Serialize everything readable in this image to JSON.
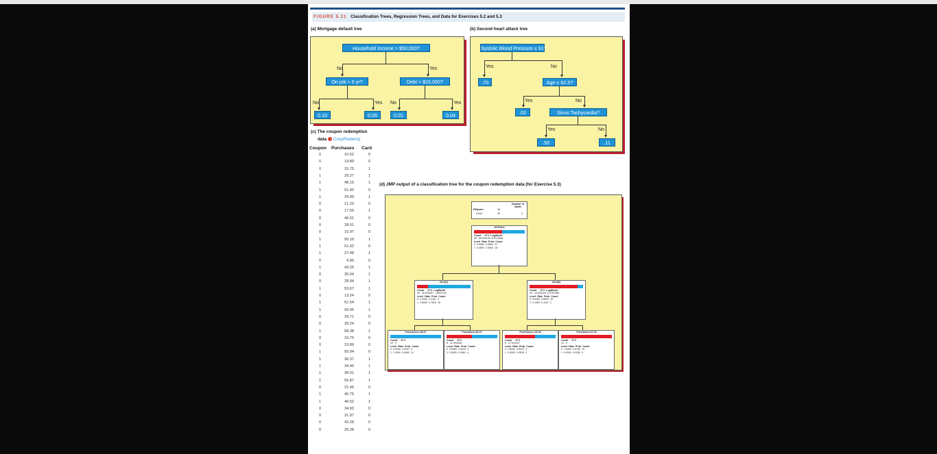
{
  "figure": {
    "label": "FIGURE 5.11",
    "caption": "Classification Trees, Regression Trees, and Data for Exercises 5.2 and 5.3"
  },
  "panel_a": {
    "label": "(a) Mortgage default tree",
    "root": "Household Income > $50,000?",
    "left_branch": "No",
    "right_branch": "Yes",
    "left_node": "On job > 5 yr?",
    "right_node": "Debt > $15,000?",
    "ll_branch": "No",
    "lr_branch": "Yes",
    "rl_branch": "No",
    "rr_branch": "Yes",
    "leaves": [
      "0.10",
      "0.05",
      "0.01",
      "0.04"
    ]
  },
  "panel_b": {
    "label": "(b) Second heart attack tree",
    "root": "Systolic Blood Pressure ≤ 91?",
    "left_branch": "Yes",
    "right_branch": "No",
    "leaf1": ".70",
    "age_node": "Age ≤ 62.5?",
    "age_yes": "Yes",
    "age_no": "No",
    "leaf2": ".02",
    "sinus_node": "Sinus Tachycardia?",
    "sinus_yes": "Yes",
    "sinus_no": "No",
    "leaf3": ".50",
    "leaf4": ".11"
  },
  "panel_c": {
    "label_line1": "(c) The coupon redemption",
    "label_line2": "data",
    "file_name": "CoupRedemp",
    "headers": [
      "Coupon",
      "Purchases",
      "Card"
    ],
    "rows": [
      [
        "0",
        "10.52",
        "0"
      ],
      [
        "0",
        "14.89",
        "0"
      ],
      [
        "0",
        "15.75",
        "1"
      ],
      [
        "1",
        "29.27",
        "1"
      ],
      [
        "1",
        "48.15",
        "1"
      ],
      [
        "1",
        "51.40",
        "0"
      ],
      [
        "1",
        "29.89",
        "1"
      ],
      [
        "0",
        "21.23",
        "0"
      ],
      [
        "0",
        "17.55",
        "1"
      ],
      [
        "0",
        "46.61",
        "0"
      ],
      [
        "0",
        "28.01",
        "0"
      ],
      [
        "0",
        "15.97",
        "0"
      ],
      [
        "1",
        "50.10",
        "1"
      ],
      [
        "1",
        "51.62",
        "0"
      ],
      [
        "1",
        "27.48",
        "1"
      ],
      [
        "0",
        "4.95",
        "0"
      ],
      [
        "1",
        "43.25",
        "1"
      ],
      [
        "0",
        "35.04",
        "1"
      ],
      [
        "0",
        "28.94",
        "1"
      ],
      [
        "1",
        "53.67",
        "1"
      ],
      [
        "0",
        "13.24",
        "0"
      ],
      [
        "1",
        "51.54",
        "1"
      ],
      [
        "1",
        "42.05",
        "1"
      ],
      [
        "0",
        "29.71",
        "0"
      ],
      [
        "0",
        "39.24",
        "0"
      ],
      [
        "1",
        "58.38",
        "1"
      ],
      [
        "0",
        "23.75",
        "0"
      ],
      [
        "0",
        "23.89",
        "0"
      ],
      [
        "1",
        "50.94",
        "0"
      ],
      [
        "1",
        "36.37",
        "1"
      ],
      [
        "1",
        "34.40",
        "1"
      ],
      [
        "1",
        "38.01",
        "1"
      ],
      [
        "1",
        "55.87",
        "1"
      ],
      [
        "0",
        "21.46",
        "0"
      ],
      [
        "1",
        "40.75",
        "1"
      ],
      [
        "1",
        "46.52",
        "1"
      ],
      [
        "0",
        "34.93",
        "0"
      ],
      [
        "0",
        "31.97",
        "0"
      ],
      [
        "0",
        "42.28",
        "0"
      ],
      [
        "0",
        "26.28",
        "0"
      ]
    ]
  },
  "panel_d": {
    "label": "(d) JMP output of a classification tree for the coupon redemption data (for Exercise 5.3)",
    "summary": {
      "h1": "RSquare",
      "h2": "N",
      "h3": "Number of Splits",
      "v1": "0.644",
      "v2": "40",
      "v3": "3"
    },
    "root": {
      "title": "All Rows",
      "count_h": "Count",
      "g2_h": "G^2",
      "lw_h": "LogWorth",
      "count": "40",
      "g2": "55.051105",
      "lw": "5.5715641",
      "lv_h": "Level",
      "rate_h": "Rate",
      "prob_h": "Prob",
      "cnt_h": "Count",
      "levels": [
        [
          "0",
          "0.5500",
          "0.5500",
          "22"
        ],
        [
          "1",
          "0.4500",
          "0.4500",
          "18"
        ]
      ],
      "red_frac": 0.55
    },
    "left": {
      "title": "Card(1)",
      "count": "20",
      "g2": "20.015097",
      "lw": "1.6007116",
      "levels": [
        [
          "0",
          "0.2000",
          "0.2167",
          "4"
        ],
        [
          "1",
          "0.8000",
          "0.7833",
          "16"
        ]
      ],
      "red_frac": 0.2
    },
    "right": {
      "title": "Card(0)",
      "count": "20",
      "g2": "13.003319",
      "lw": "0.9797586",
      "levels": [
        [
          "0",
          "0.9000",
          "0.8833",
          "18"
        ],
        [
          "1",
          "0.1000",
          "0.1167",
          "2"
        ]
      ],
      "red_frac": 0.9
    },
    "leaves": [
      {
        "title": "Purchases>=36.37",
        "count": "12",
        "g2": "0",
        "levels": [
          [
            "0",
            "0.0000",
            "0.0397",
            "0"
          ],
          [
            "1",
            "1.0000",
            "0.9603",
            "12"
          ]
        ],
        "red_frac": 0.0
      },
      {
        "title": "Purchases<36.37",
        "count": "8",
        "g2": "11.090355",
        "levels": [
          [
            "0",
            "0.5000",
            "0.5019",
            "4"
          ],
          [
            "1",
            "0.5000",
            "0.4981",
            "4"
          ]
        ],
        "red_frac": 0.5
      },
      {
        "title": "Purchases>=42.28",
        "count": "5",
        "g2": "6.7301167",
        "levels": [
          [
            "0",
            "0.6000",
            "0.5972",
            "3"
          ],
          [
            "1",
            "0.4000",
            "0.4028",
            "2"
          ]
        ],
        "red_frac": 0.6
      },
      {
        "title": "Purchases<42.28",
        "count": "15",
        "g2": "0",
        "levels": [
          [
            "0",
            "1.0000",
            "0.9740",
            "15"
          ],
          [
            "1",
            "0.0000",
            "0.0260",
            "0"
          ]
        ],
        "red_frac": 1.0
      }
    ]
  },
  "colors": {
    "node_blue": "#1f93d6",
    "panel_yellow": "#faf3a4",
    "shadow_red": "#b8202b",
    "bar_red": "#e31b23",
    "bar_blue": "#1ea7e0",
    "title_orange": "#d9412c"
  }
}
